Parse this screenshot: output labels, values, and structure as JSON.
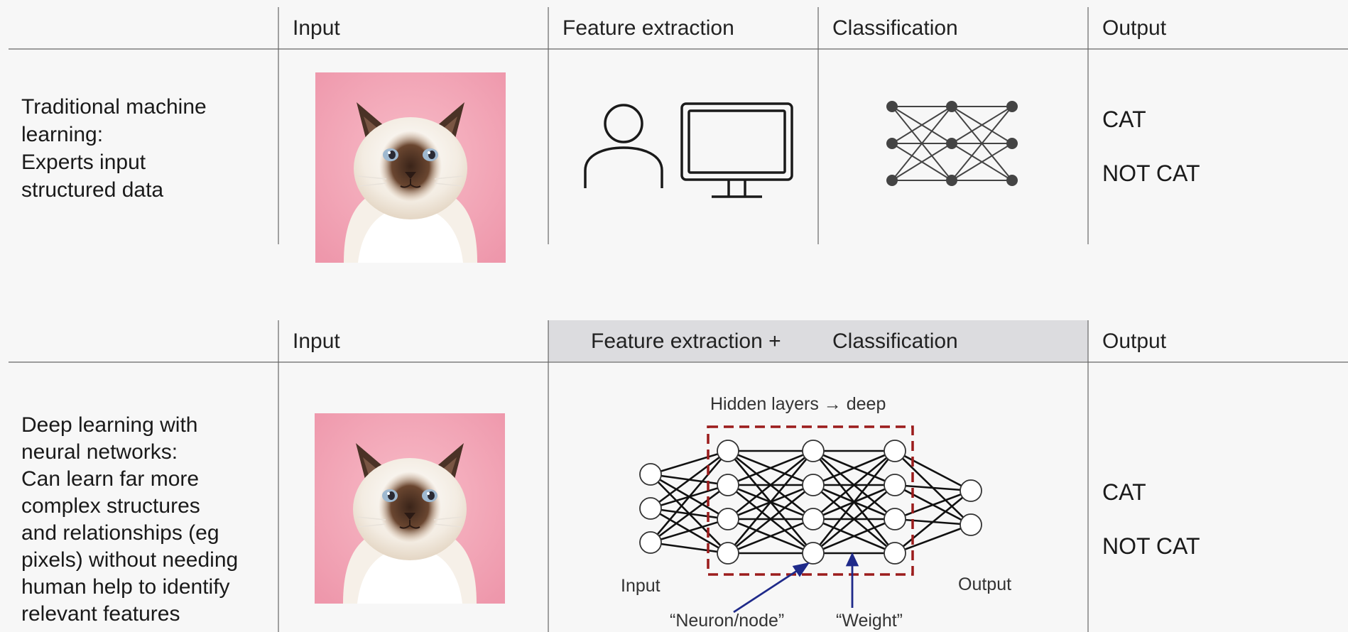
{
  "top": {
    "headers": {
      "input": "Input",
      "feature_extraction": "Feature extraction",
      "classification": "Classification",
      "output": "Output"
    },
    "description": [
      "Traditional machine",
      "learning:",
      "Experts input",
      "structured data"
    ],
    "outputs": {
      "positive": "CAT",
      "negative": "NOT CAT"
    },
    "icons": {
      "feature": [
        "person-icon",
        "computer-monitor-icon"
      ],
      "classifier": "network-icon"
    }
  },
  "bottom": {
    "headers": {
      "input": "Input",
      "feature_extraction": "Feature extraction +",
      "classification": "Classification",
      "output": "Output"
    },
    "description": [
      "Deep learning with",
      "neural networks:",
      "Can learn far more",
      "complex structures",
      "and relationships (eg",
      "pixels) without needing",
      "human help to identify",
      "relevant features"
    ],
    "outputs": {
      "positive": "CAT",
      "negative": "NOT CAT"
    },
    "diagram": {
      "hidden_title": "Hidden layers → deep",
      "input_label": "Input",
      "output_label": "Output",
      "neuron_label": "“Neuron/node”",
      "weight_label": "“Weight”"
    }
  },
  "colors": {
    "highlight_header": "#dcdcdf",
    "hidden_box": "#9b1c1c",
    "arrow": "#1f2a8a",
    "cat_pink": "#f3a6b8"
  }
}
